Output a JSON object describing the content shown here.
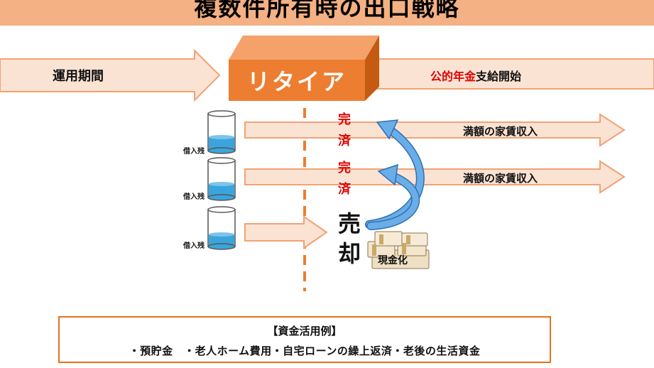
{
  "title": "複数件所有時の出口戦略",
  "operation_period": "運用期間",
  "retire": "リタイア",
  "pension_highlight": "公的年金",
  "pension_rest": "支給開始",
  "properties": [
    {
      "loan_label": "借入残",
      "paid_off": "完済",
      "income": "満額の家賃収入",
      "loan_level": 0.3
    },
    {
      "loan_label": "借入残",
      "paid_off": "完済",
      "income": "満額の家賃収入",
      "loan_level": 0.35
    },
    {
      "loan_label": "借入残",
      "sale": "売却",
      "cash": "現金化",
      "loan_level": 0.3
    }
  ],
  "funds_box": {
    "title": "【資金活用例】",
    "items": "・預貯金　・老人ホーム費用・自宅ローンの繰上返済・老後の生活資金"
  },
  "colors": {
    "orange": "#ed7d31",
    "peach": "#f8cbad",
    "title_bg": "#f4b183",
    "water": "#3aa5dd",
    "curved_arrow": "#6aaee8",
    "red_text": "#e00000"
  }
}
